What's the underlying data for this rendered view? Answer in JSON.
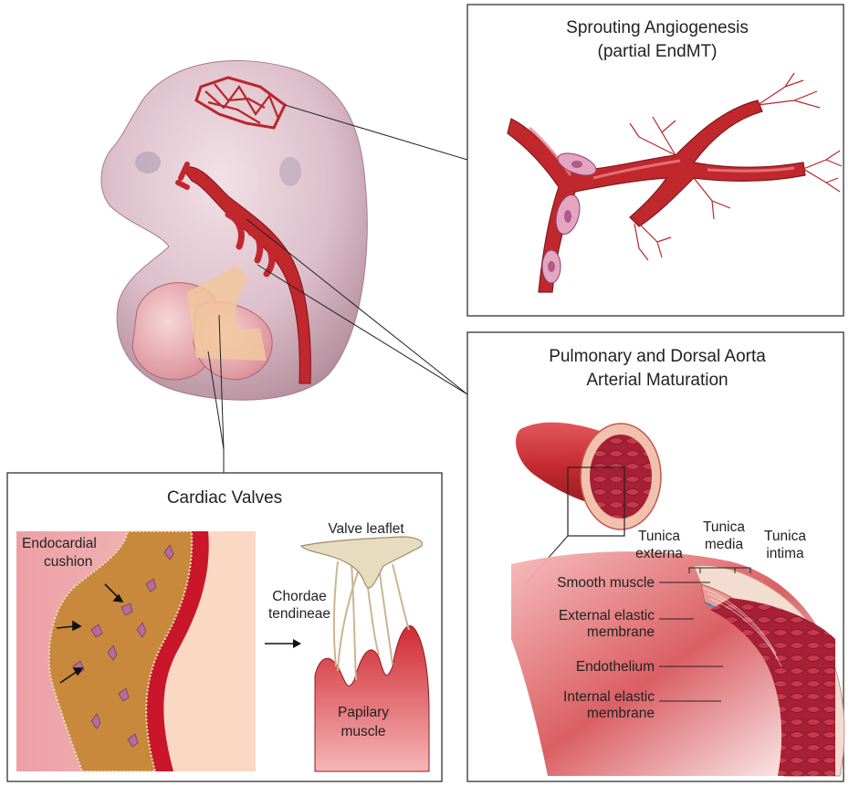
{
  "panels": {
    "angiogenesis": {
      "title_line1": "Sprouting Angiogenesis",
      "title_line2": "(partial EndMT)"
    },
    "aorta": {
      "title_line1": "Pulmonary and Dorsal Aorta",
      "title_line2": "Arterial Maturation",
      "layers": {
        "externa_line1": "Tunica",
        "externa_line2": "externa",
        "media_line1": "Tunica",
        "media_line2": "media",
        "intima_line1": "Tunica",
        "intima_line2": "intima"
      },
      "labels": {
        "smooth_muscle": "Smooth muscle",
        "ext_elastic_line1": "External elastic",
        "ext_elastic_line2": "membrane",
        "endothelium": "Endothelium",
        "int_elastic_line1": "Internal elastic",
        "int_elastic_line2": "membrane"
      }
    },
    "valves": {
      "title": "Cardiac Valves",
      "endocardial_line1": "Endocardial",
      "endocardial_line2": "cushion",
      "chordae_line1": "Chordae",
      "chordae_line2": "tendineae",
      "leaflet": "Valve leaflet",
      "papillary_line1": "Papilary",
      "papillary_line2": "muscle"
    }
  },
  "colors": {
    "vessel": "#c0282d",
    "embryo": "#d9b5c2",
    "panel_border": "#333333",
    "cushion": "#c88a3e",
    "leaflet": "#e6dcc0"
  }
}
